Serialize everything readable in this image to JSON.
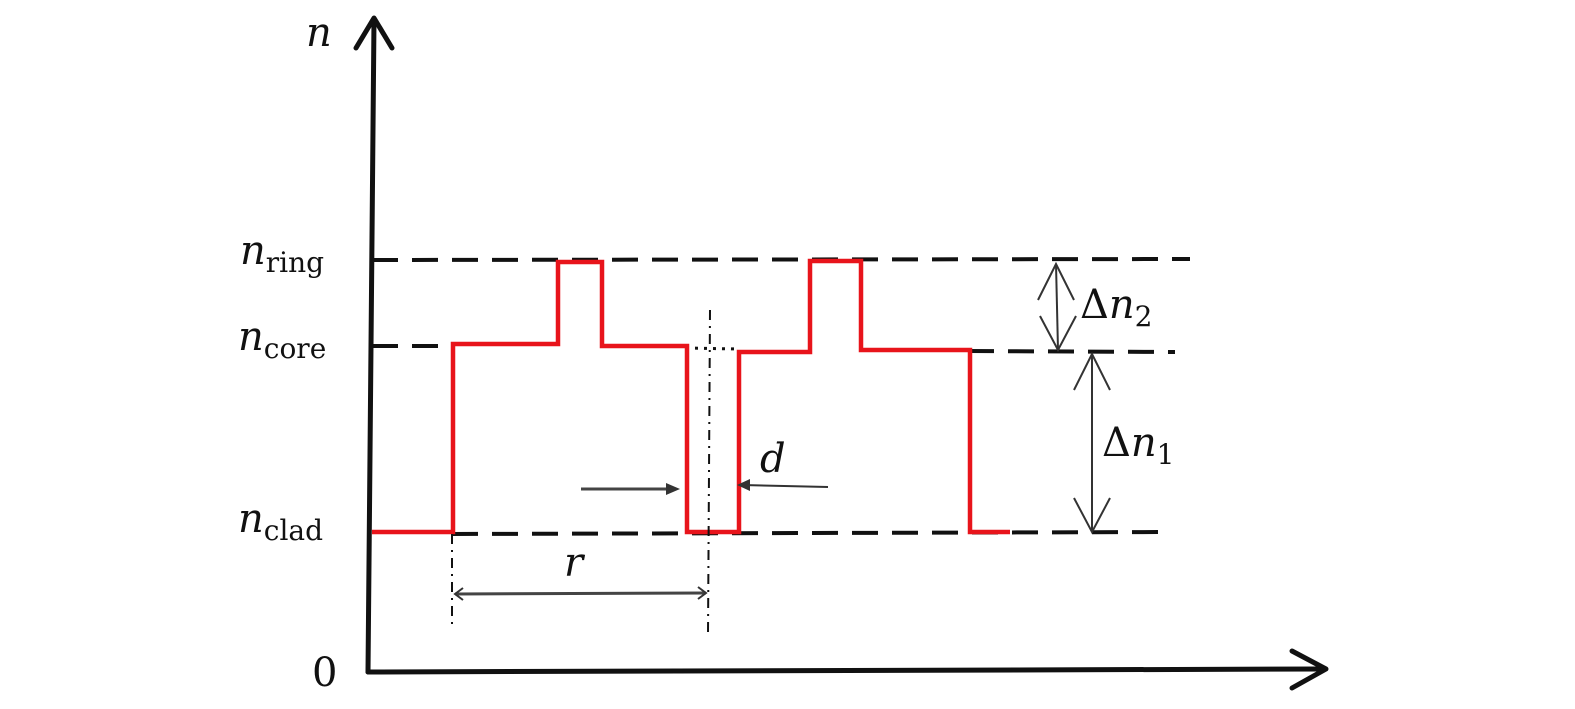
{
  "axes": {
    "y_label": "n",
    "origin_label": "0"
  },
  "levels": {
    "ring": {
      "base": "n",
      "sub": "ring"
    },
    "core": {
      "base": "n",
      "sub": "core"
    },
    "clad": {
      "base": "n",
      "sub": "clad"
    }
  },
  "dimensions": {
    "delta_n2": {
      "delta": "Δ",
      "base": "n",
      "sub": "2"
    },
    "delta_n1": {
      "delta": "Δ",
      "base": "n",
      "sub": "1"
    },
    "d_label": "d",
    "r_label": "r"
  },
  "colors": {
    "profile": "#e8141b",
    "axis": "#111111"
  }
}
